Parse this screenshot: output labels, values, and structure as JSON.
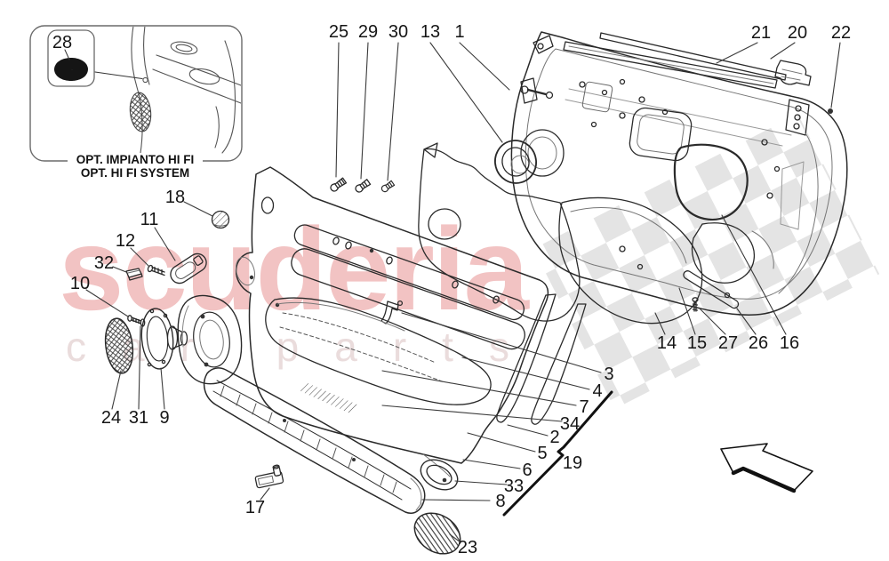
{
  "watermark": {
    "brand": "scuderia",
    "tagline": "car parts",
    "brand_color": "#f2c3c3",
    "tagline_color": "#eadcdc",
    "checker_color": "#e4e4e4"
  },
  "option_box": {
    "callout": "28",
    "line1": "OPT. IMPIANTO HI FI",
    "line2": "OPT. HI FI SYSTEM"
  },
  "callouts": {
    "c1": "1",
    "c2": "2",
    "c3": "3",
    "c4": "4",
    "c5": "5",
    "c6": "6",
    "c7": "7",
    "c8": "8",
    "c9": "9",
    "c10": "10",
    "c11": "11",
    "c12": "12",
    "c13": "13",
    "c14": "14",
    "c15": "15",
    "c16": "16",
    "c17": "17",
    "c18": "18",
    "c19": "19",
    "c20": "20",
    "c21": "21",
    "c22": "22",
    "c23": "23",
    "c24": "24",
    "c25": "25",
    "c26": "26",
    "c27": "27",
    "c28": "28",
    "c29": "29",
    "c30": "30",
    "c31": "31",
    "c32": "32",
    "c33": "33",
    "c34": "34"
  }
}
